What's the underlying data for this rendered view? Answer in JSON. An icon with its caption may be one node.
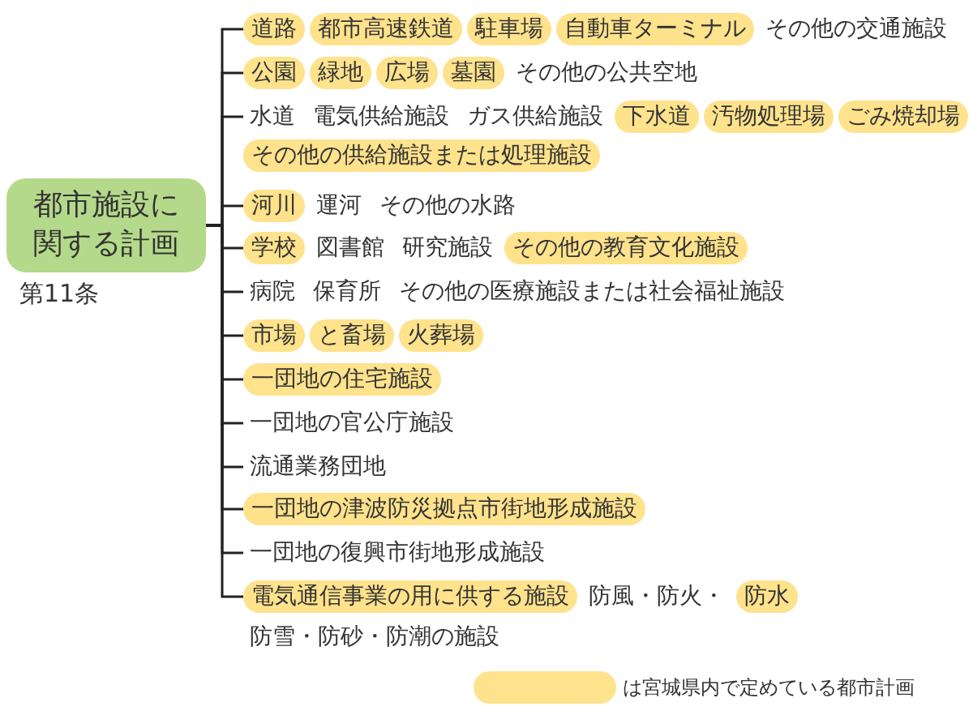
{
  "diagram": {
    "nodes": [
      {
        "text": [
          "都市施設に関する計画"
        ],
        "beside": [
          "第11条"
        ]
      },
      {
        "text": [
          "道路"
        ]
      },
      {
        "text": [
          "都市高速鉄道"
        ]
      },
      {
        "text": [
          "駐車場"
        ]
      },
      {
        "text": [
          "自動車ターミナル"
        ]
      },
      {
        "text": [
          "公園"
        ]
      },
      {
        "text": [
          "緑地"
        ]
      },
      {
        "text": [
          "広場"
        ]
      },
      {
        "text": [
          "墓園"
        ]
      },
      {
        "text": [
          "水道"
        ]
      },
      {
        "text": [
          "下水道"
        ]
      },
      {
        "text": [
          "汚物処理場"
        ]
      },
      {
        "text": [
          "ごみ焼却場"
        ]
      },
      {
        "text": [
          "その他の供給施設または処理施設"
        ]
      },
      {
        "text": [
          "河川"
        ]
      },
      {
        "text": [
          "学校"
        ]
      },
      {
        "text": [
          "その他の教育文化施設"
        ]
      },
      {
        "text": [
          "病院"
        ]
      },
      {
        "text": [
          "市場"
        ]
      },
      {
        "text": [
          "と畜場"
        ]
      },
      {
        "text": [
          "火葬場"
        ]
      },
      {
        "text": [
          "一団地の住宅施設"
        ]
      },
      {
        "text": [
          "一団地の官公庁施設"
        ]
      },
      {
        "text": [
          "流通業務団地"
        ]
      },
      {
        "text": [
          "一団地の津波防災拠点市街地形成施設"
        ]
      },
      {
        "text": [
          "一団地の復興市街地形成施設"
        ]
      },
      {
        "text": [
          "電気通信事業の用に供する施設"
        ]
      },
      {
        "text": [
          "防水"
        ]
      }
    ],
    "edges": [
      {
        "from": 0,
        "to": 1,
        "arrow": "none"
      },
      {
        "from": 0,
        "to": 5,
        "arrow": "none"
      },
      {
        "from": 0,
        "to": 9,
        "arrow": "none"
      },
      {
        "from": 0,
        "to": 14,
        "arrow": "none"
      },
      {
        "from": 0,
        "to": 15,
        "arrow": "none"
      },
      {
        "from": 0,
        "to": 17,
        "arrow": "none"
      },
      {
        "from": 0,
        "to": 18,
        "arrow": "none"
      },
      {
        "from": 0,
        "to": 21,
        "arrow": "none"
      },
      {
        "from": 0,
        "to": 22,
        "arrow": "none"
      },
      {
        "from": 0,
        "to": 23,
        "arrow": "none"
      },
      {
        "from": 0,
        "to": 24,
        "arrow": "none"
      },
      {
        "from": 0,
        "to": 25,
        "arrow": "none"
      },
      {
        "from": 0,
        "to": 26,
        "arrow": "none"
      }
    ],
    "labels": [
      "その他の交通施設",
      "その他の公共空地",
      "電気供給施設",
      "ガス供給施設",
      "運河",
      "その他の水路",
      "図書館",
      "研究施設",
      "保育所",
      "その他の医療施設または社会福祉施設",
      "防風・防火・",
      "防雪・防砂・防潮の施設"
    ],
    "legend": [
      {
        "text": "は宮城県内で定めている都市計画",
        "color": "#fee28c"
      }
    ]
  }
}
